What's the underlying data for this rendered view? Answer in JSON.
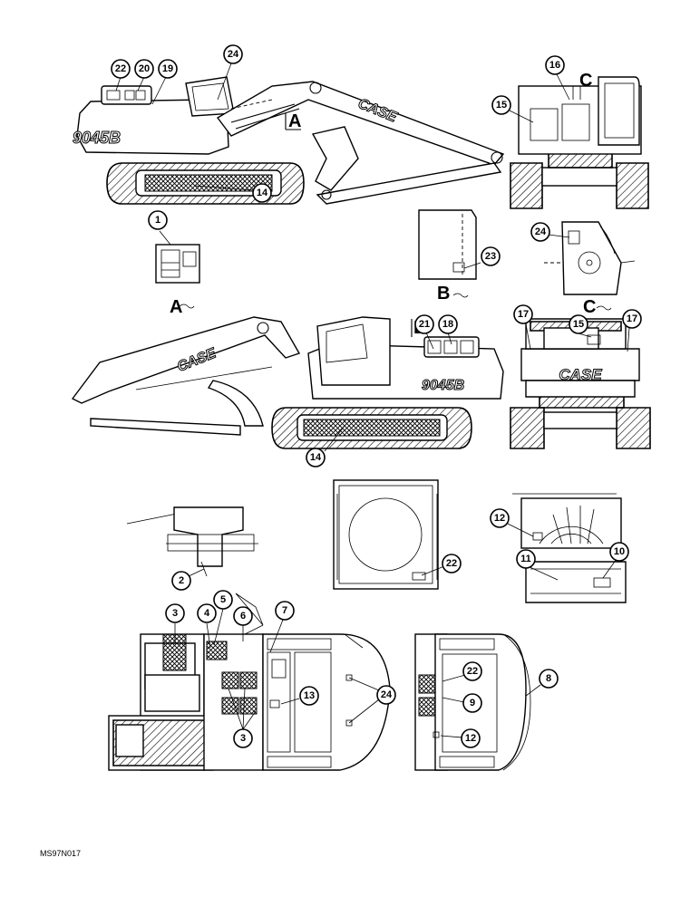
{
  "footer_code": "MS97N017",
  "brand_text": "CASE",
  "model_text": "9045B",
  "view_labels": {
    "a": "A",
    "b": "B",
    "c": "C"
  },
  "callouts": [
    "22",
    "20",
    "19",
    "24",
    "16",
    "15",
    "14",
    "1",
    "23",
    "24",
    "21",
    "18",
    "17",
    "15",
    "17",
    "14",
    "12",
    "11",
    "10",
    "22",
    "2",
    "3",
    "4",
    "5",
    "6",
    "7",
    "13",
    "24",
    "3",
    "22",
    "9",
    "8",
    "12"
  ]
}
